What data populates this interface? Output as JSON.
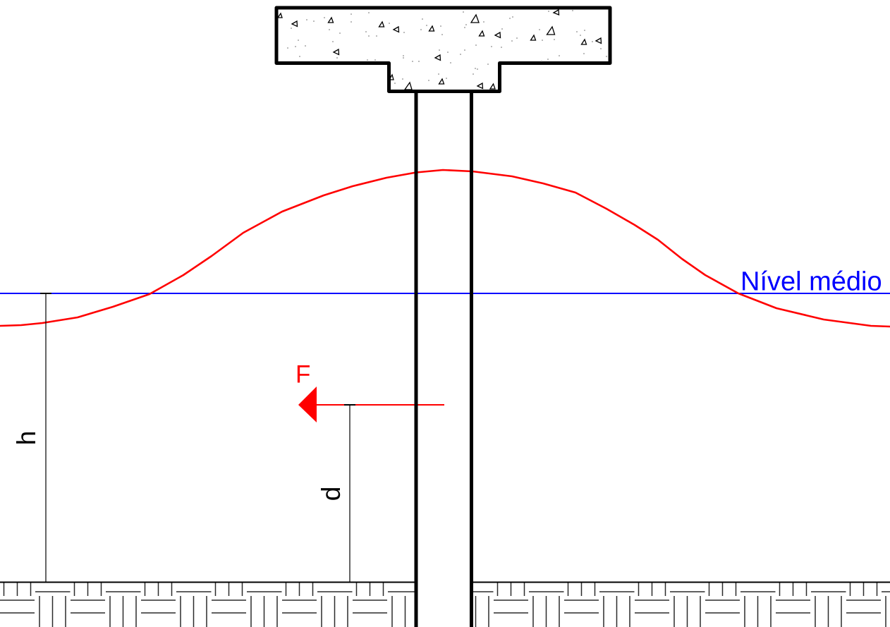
{
  "diagram": {
    "labels": {
      "mean_level": "Nível médio",
      "force": "F",
      "water_depth": "h",
      "force_height": "d"
    },
    "colors": {
      "wave": "#ff0000",
      "mean_level": "#0000ff",
      "force": "#ff0000",
      "structure": "#000000"
    },
    "elements": {
      "pile_cap": "concrete pile cap (T-shaped)",
      "pile": "vertical pile",
      "wave": "wave surface profile",
      "mean_level_line": "mean water level line",
      "force_arrow": "horizontal wave force",
      "seabed": "soil / seabed hatch"
    }
  }
}
